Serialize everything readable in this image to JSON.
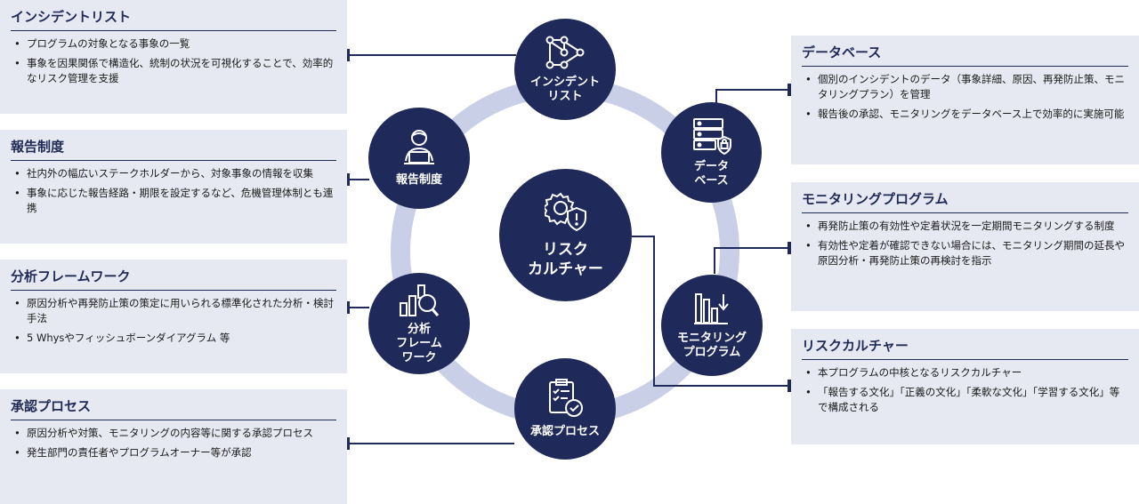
{
  "panels": {
    "incident": {
      "title": "インシデントリスト",
      "items": [
        "プログラムの対象となる事象の一覧",
        "事象を因果関係で構造化、統制の状況を可視化することで、効率的なリスク管理を支援"
      ]
    },
    "report": {
      "title": "報告制度",
      "items": [
        "社内外の幅広いステークホルダーから、対象事象の情報を収集",
        "事象に応じた報告経路・期限を設定するなど、危機管理体制とも連携"
      ]
    },
    "analysis": {
      "title": "分析フレームワーク",
      "items": [
        "原因分析や再発防止策の策定に用いられる標準化された分析・検討手法",
        "5 Whysやフィッシュボーンダイアグラム 等"
      ]
    },
    "approval": {
      "title": "承認プロセス",
      "items": [
        "原因分析や対策、モニタリングの内容等に関する承認プロセス",
        "発生部門の責任者やプログラムオーナー等が承認"
      ]
    },
    "database": {
      "title": "データベース",
      "items": [
        "個別のインシデントのデータ（事象詳細、原因、再発防止策、モニタリングプラン）を管理",
        "報告後の承認、モニタリングをデータベース上で効率的に実施可能"
      ]
    },
    "monitoring": {
      "title": "モニタリングプログラム",
      "items": [
        "再発防止策の有効性や定着状況を一定期間モニタリングする制度",
        "有効性や定着が確認できない場合には、モニタリング期間の延長や原因分析・再発防止策の再検討を指示"
      ]
    },
    "culture": {
      "title": "リスクカルチャー",
      "items": [
        "本プログラムの中核となるリスクカルチャー",
        "「報告する文化」「正義の文化」「柔軟な文化」「学習する文化」等で構成される"
      ]
    }
  },
  "nodes": {
    "center": "リスク\nカルチャー",
    "incident": "インシデント\nリスト",
    "database": "データ\nベース",
    "monitoring": "モニタリング\nプログラム",
    "approval": "承認プロセス",
    "analysis": "分析\nフレーム\nワーク",
    "report": "報告制度"
  },
  "icons": {
    "center": "gear-shield-icon",
    "incident": "network-graph-icon",
    "database": "server-lock-icon",
    "monitoring": "bar-chart-down-icon",
    "approval": "checklist-icon",
    "analysis": "chart-magnifier-icon",
    "report": "person-laptop-icon"
  },
  "colors": {
    "navy": "#1f2a5a",
    "panel_bg": "#e6e9f2",
    "ring": "#c9cfe6"
  }
}
